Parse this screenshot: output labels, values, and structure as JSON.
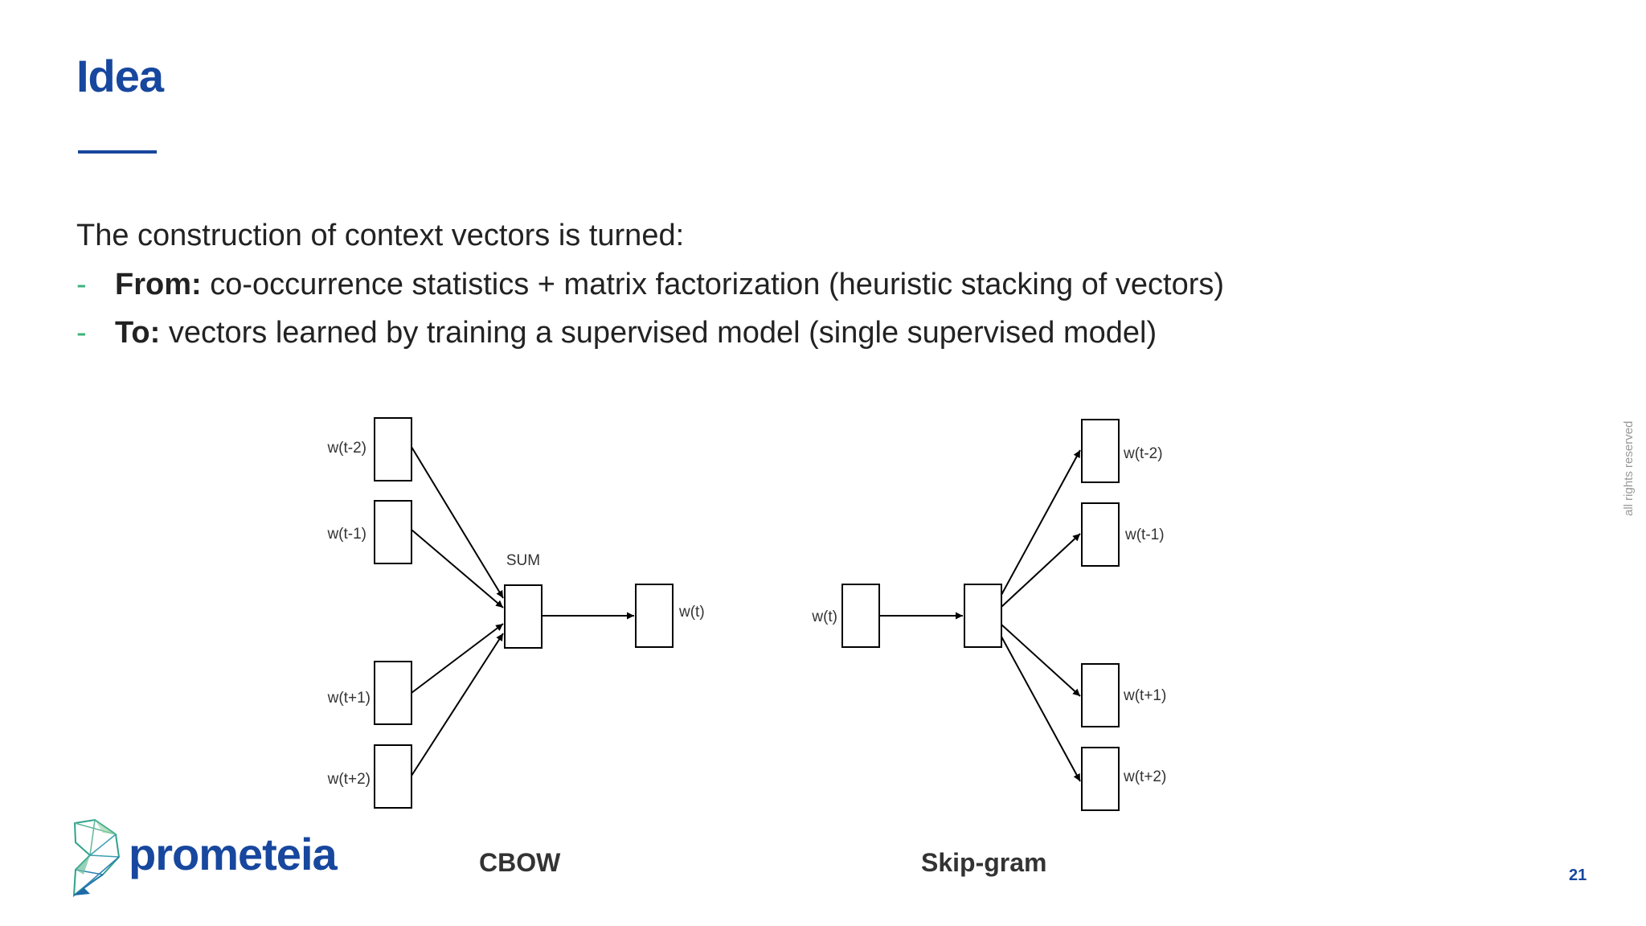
{
  "slide": {
    "title": "Idea",
    "intro": "The construction of context vectors is turned:",
    "bullets": [
      {
        "marker": "-",
        "lead": "From:",
        "text": " co-occurrence statistics + matrix factorization (heuristic stacking of vectors)"
      },
      {
        "marker": "-",
        "lead": "To:",
        "text": " vectors learned by training a supervised model (single supervised model)"
      }
    ],
    "side_note": "all rights reserved",
    "page_number": "21",
    "logo_text": "prometeia"
  },
  "diagram": {
    "cbow": {
      "caption": "CBOW",
      "inputs": [
        "w(t-2)",
        "w(t-1)",
        "w(t+1)",
        "w(t+2)"
      ],
      "hidden_label": "SUM",
      "output": "w(t)"
    },
    "skipgram": {
      "caption": "Skip-gram",
      "input": "w(t)",
      "outputs": [
        "w(t-2)",
        "w(t-1)",
        "w(t+1)",
        "w(t+2)"
      ]
    }
  },
  "colors": {
    "title_blue": "#17479e",
    "dash_green": "#3cb27a",
    "text_dark": "#222222"
  }
}
